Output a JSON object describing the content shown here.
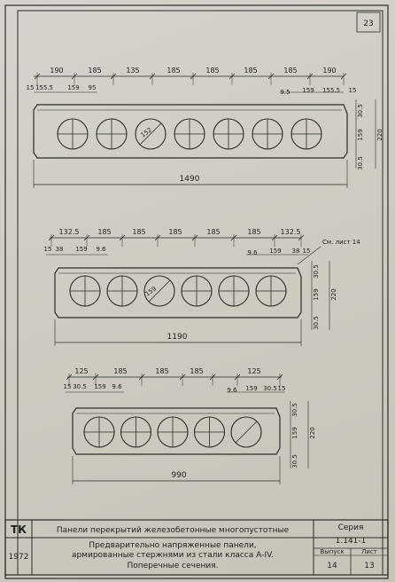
{
  "page_number": "23",
  "section1": {
    "top_dims": [
      "190",
      "185",
      "135",
      "185",
      "185",
      "185",
      "185",
      "190"
    ],
    "sub_dims_left": [
      "15",
      "155.5",
      "159",
      "95"
    ],
    "sub_dims_right": [
      "9.5",
      "159",
      "155.5",
      "15"
    ],
    "vertical_dims": [
      "30.5",
      "159",
      "220",
      "30.5"
    ],
    "ball_label": "152",
    "length": "1490"
  },
  "section2": {
    "top_dims": [
      "132.5",
      "185",
      "185",
      "185",
      "185",
      "185",
      "132.5"
    ],
    "sub_dims_left": [
      "15",
      "38",
      "159",
      "9.6"
    ],
    "sub_dims_right": [
      "9.6",
      "159",
      "38",
      "15"
    ],
    "vertical_dims": [
      "30.5",
      "159",
      "220",
      "30.5"
    ],
    "ball_label": "159",
    "callout": "См. лист 14",
    "length": "1190"
  },
  "section3": {
    "top_dims": [
      "125",
      "185",
      "185",
      "185",
      "125"
    ],
    "sub_dims_left": [
      "15",
      "30.5",
      "159",
      "9.6"
    ],
    "sub_dims_right": [
      "9.6",
      "159",
      "30.5",
      "15"
    ],
    "vertical_dims": [
      "30.5",
      "159",
      "220",
      "30.5"
    ],
    "length": "990"
  },
  "title_block": {
    "code": "ТК",
    "title": "Панели перекрытий железобетонные многопустотные",
    "series_label": "Серия",
    "series_value": "1.141-1",
    "year": "1972",
    "subtitle_line1": "Предварительно напряженные панели,",
    "subtitle_line2": "армированные стержнями из стали класса А-IV.",
    "subtitle_line3": "Поперечные сечения.",
    "issue_label": "Выпуск",
    "issue_value": "14",
    "sheet_label": "Лист",
    "sheet_value": "13"
  }
}
